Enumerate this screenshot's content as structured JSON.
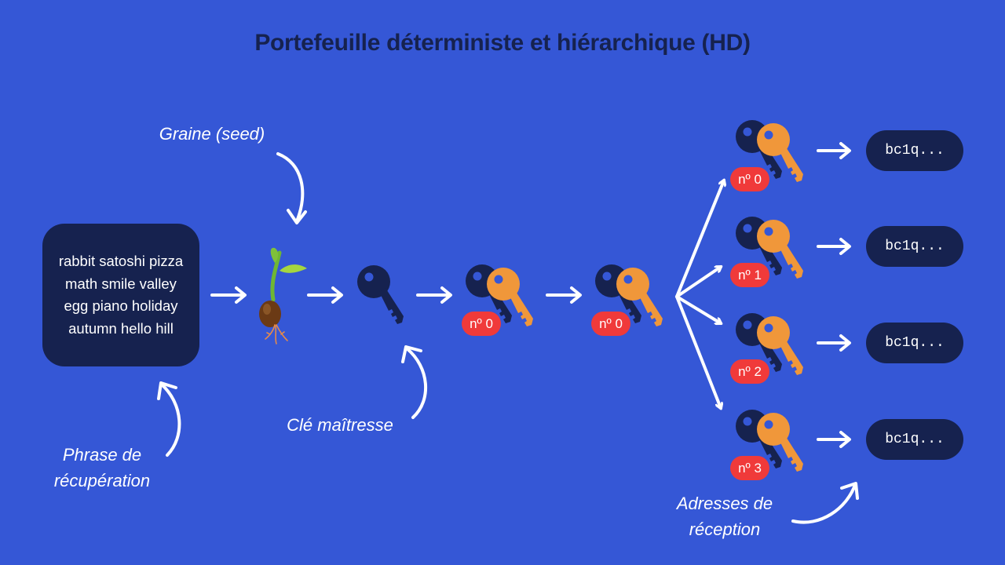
{
  "title": "Portefeuille déterministe et hiérarchique (HD)",
  "recovery_phrase": {
    "lines": [
      "rabbit satoshi pizza",
      "math smile valley",
      "egg piano holiday",
      "autumn hello hill"
    ],
    "caption_lines": [
      "Phrase de",
      "récupération"
    ]
  },
  "seed": {
    "caption": "Graine (seed)"
  },
  "master_key": {
    "caption": "Clé maîtresse"
  },
  "first_child": {
    "badge": "nº 0"
  },
  "second_child": {
    "badge": "nº 0"
  },
  "children": [
    {
      "badge": "nº 0",
      "address": "bc1q..."
    },
    {
      "badge": "nº 1",
      "address": "bc1q..."
    },
    {
      "badge": "nº 2",
      "address": "bc1q..."
    },
    {
      "badge": "nº 3",
      "address": "bc1q..."
    }
  ],
  "addresses_caption_lines": [
    "Adresses de",
    "réception"
  ],
  "colors": {
    "background": "#3557d6",
    "navy": "#16224f",
    "orange_key": "#f0973a",
    "badge_red": "#f03a3a",
    "arrow": "#ffffff"
  },
  "icons": {
    "seed": "sprouting-seed-icon",
    "master_key": "key-icon",
    "keypair": "key-pair-icon"
  }
}
